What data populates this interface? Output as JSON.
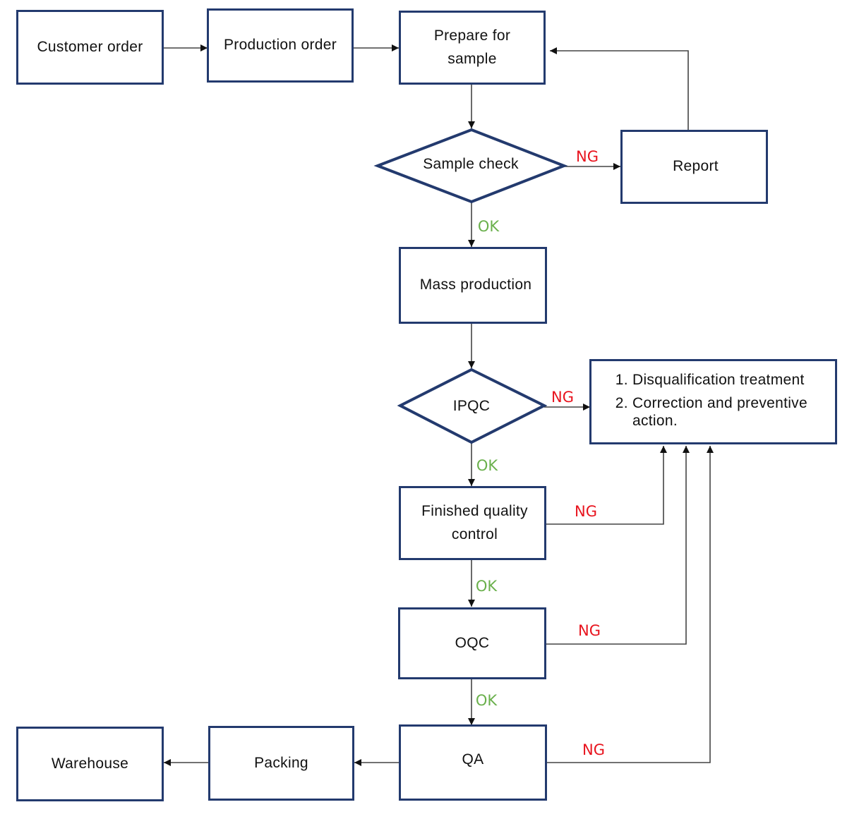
{
  "colors": {
    "box_border": "#233a6e",
    "arrow": "#111111",
    "ok": "#6ab04c",
    "ng": "#e8141e"
  },
  "nodes": {
    "customer_order": "Customer order",
    "production_order": "Production order",
    "prepare_sample": "Prepare for\nsample",
    "sample_check": "Sample check",
    "report": "Report",
    "mass_production": "Mass production",
    "ipqc": "IPQC",
    "finished_qc": "Finished quality\ncontrol",
    "oqc": "OQC",
    "qa": "QA",
    "packing": "Packing",
    "warehouse": "Warehouse"
  },
  "treatment": {
    "items": [
      "Disqualification treatment",
      "Correction and preventive action."
    ]
  },
  "edges": {
    "ok": "OK",
    "ng": "NG"
  }
}
